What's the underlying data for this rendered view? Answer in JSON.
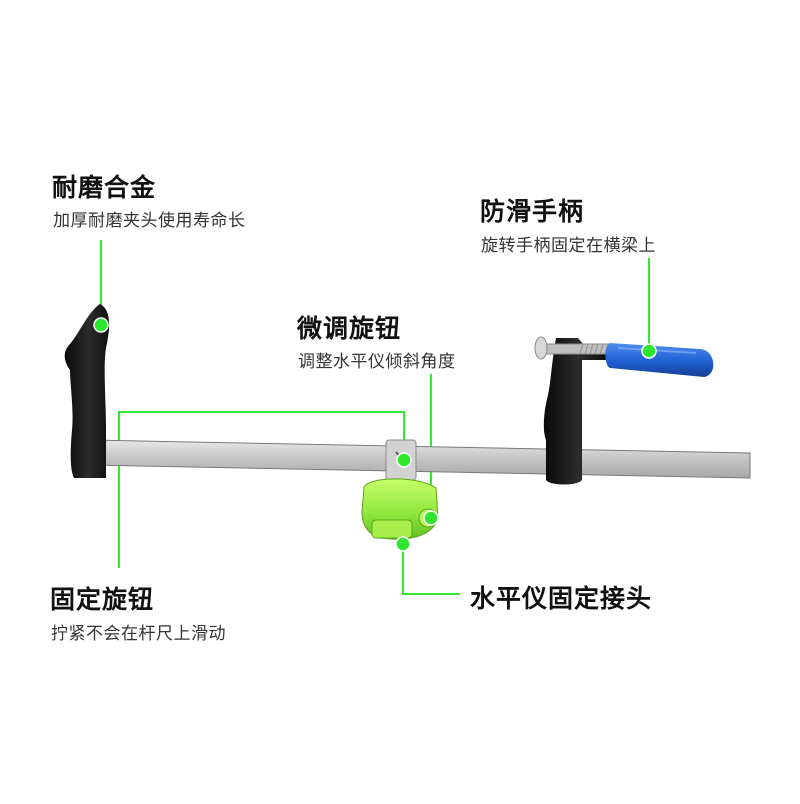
{
  "features": {
    "alloy": {
      "title": "耐磨合金",
      "desc": "加厚耐磨夹头使用寿命长"
    },
    "handle": {
      "title": "防滑手柄",
      "desc": "旋转手柄固定在横梁上"
    },
    "fine_knob": {
      "title": "微调旋钮",
      "desc": "调整水平仪倾斜角度"
    },
    "fix_knob": {
      "title": "固定旋钮",
      "desc": "拧紧不会在杆尺上滑动"
    },
    "level_connector": {
      "title": "水平仪固定接头"
    }
  },
  "colors": {
    "accent_green": "#33e833",
    "marker_dot": "#2ee62e",
    "clamp_black": "#1a1a1a",
    "bar_grey": "#c8c8c8",
    "handle_blue": "#1f5fd0",
    "mount_green": "#9cf23a"
  }
}
